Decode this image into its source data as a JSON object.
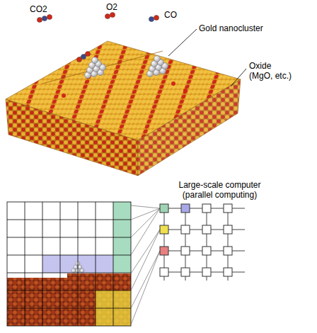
{
  "diagram": {
    "labels": [
      "CO2",
      "O2",
      "CO",
      "Gold nanocluster",
      "Oxide (MgO, etc.)",
      "Large-scale computer (parallel computing)"
    ]
  }
}
